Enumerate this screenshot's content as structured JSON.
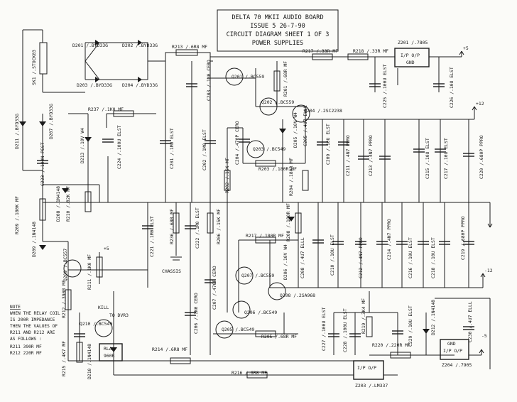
{
  "title": {
    "line1": "DELTA 70 MKII AUDIO BOARD",
    "line2": "ISSUE 5   26-7-90",
    "line3": "CIRCUIT DIAGRAM SHEET 1 OF 3",
    "line4": "POWER SUPPLIES"
  },
  "rails": {
    "pos5": "+5",
    "pos12": "+12",
    "neg12": "-12",
    "neg5": "-5"
  },
  "note": {
    "heading": "NOTE",
    "l1": "WHEN THE RELAY COIL",
    "l2": "IS 200R IMPEDANCE",
    "l3": "THEN THE VALUES OF",
    "l4": "R211 AND R212 ARE",
    "l5": "AS FOLLOWS :",
    "l6": "R211  390R MF",
    "l7": "R212  220R MF"
  },
  "labels": {
    "d201": "D201 /.BYD33G",
    "d202": "D202 /.BYD33G",
    "d203": "D203 /.BYD33G",
    "d204": "D204 /.BYD33G",
    "sk1": "SK1 /.STOCK03",
    "r213": "R213 /.6R8 MF",
    "r217a": "R217 /.33R MF",
    "r218": "R218 /.33R MF",
    "z201": "Z201 /.7805",
    "z201in": "I/P  O/P",
    "z201gnd": "GND",
    "c203": "C203 /.1N0 CERO",
    "q201": "Q201 /.BC559",
    "r201": "R201 /.68R MF",
    "q202": "Q202 /.BC559",
    "q204": "Q204 /.2SC2238",
    "c225": "C225 /.100U ELST",
    "c226": "C226 /.10U ELST",
    "d211": "D211 /.BYD33G",
    "d207": "D207 /.BYD33G",
    "r237": "R237 /.1K0 MF",
    "d213": "D213 /.10V W4",
    "c224": "C224 /.100U ELST",
    "c201": "C201 /.1M0 ELST",
    "c202": "C202 /.1M0 ELST",
    "c204": "C204 /.470P CERO",
    "q203": "Q203 /.BC549",
    "d205": "D205 /.10V W4",
    "c205": "C205 /.4U7 ELLL",
    "c209": "C209 /.10U ELST",
    "c211": "C211 /.4N7 PPRO",
    "c213": "C213 /.4N7 PPRO",
    "c215": "C215 /.10U ELST",
    "c217": "C217 /.10U ELST",
    "c220": "C220 /.680P PPRO",
    "r202": "R202 /.15K MF",
    "r203": "R203 /.180R MF",
    "r204": "R204 /.180R MF",
    "c223": "C223 /.100N PEST",
    "d208": "D208 /.1N4148",
    "r210": "R210 /.82K MF",
    "r209": "R209 /.180K MF",
    "d209": "D209 /.1N4148",
    "q209": "Q209 /.BC557",
    "c221": "C221 /.1M0 ELST",
    "r236": "R236 /.68R MF",
    "c222": "C222 /.1M0 ELST",
    "r206": "R206 /.15K MF",
    "r217b": "R217 /.180R MF",
    "r208": "R208 /.180R MF",
    "d206": "D206 /.10V W4",
    "c208": "C208 /.4U7 ELLL",
    "c210": "C210 /.10U ELST",
    "c212": "C212 /.4N7 PPRO",
    "c214": "C214 /.4N7 PPRO",
    "c216": "C216 /.10U ELST",
    "c218": "C218 /.10U ELST",
    "c219": "C219 /.680P PPRO",
    "chassis": "CHASSIS",
    "r211": "R211 /.1K0 MF",
    "r212": "R212 /.390R MF",
    "kill": "KILL",
    "todvr3": "TO DVR3",
    "q210": "Q210 /.BC549",
    "rla": "RLA",
    "rla2": "960R",
    "r215": "R215 /.4K7 MF",
    "d210": "D210 /.1N4148",
    "c206": "C206 /.1N0 CERO",
    "c207": "C207 /.470P CERO",
    "q207": "Q207 /.BC559",
    "q206": "Q206 /.BC549",
    "q205": "Q205 /.BC549",
    "q208": "Q208 /.2SA968",
    "r205": "R205 /.68R MF",
    "r214": "R214 /.6R8 MF",
    "r216": "R216 /.6R8 MF",
    "c227": "C227 /.100U ELST",
    "c228": "C228 /.100U ELST",
    "r219": "R219 /.3K4 MF",
    "r220": "R220 /.220R MF",
    "c229": "C229 /.10U ELST",
    "d212": "D212 /.1N4148",
    "c230": "C230 /.4U7 ELLL",
    "z203": "Z203 /.LM337",
    "z203io": "I/P  O/P",
    "z204": "Z204 /.7905",
    "z204io": "I/P  O/P",
    "z204gnd": "GND"
  }
}
